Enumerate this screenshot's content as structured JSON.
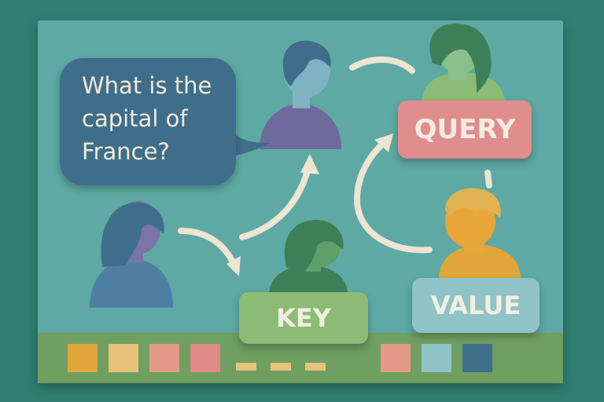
{
  "bubble": {
    "text": "What is the capital of France?"
  },
  "labels": {
    "query": "QUERY",
    "key": "KEY",
    "value": "VALUE"
  },
  "colors": {
    "background": "#2f7f72",
    "panel": "#5ea9a3",
    "bubble": "#3f6e8b",
    "query": "#e08d8d",
    "key": "#8bbb74",
    "value": "#8fc3c6",
    "arrow": "#ede4d2"
  },
  "token_strip": {
    "squares": [
      "#e0a63b",
      "#e8c27a",
      "#e49a88",
      "#de8a88",
      "#e49a88",
      "#8fc3c6",
      "#3f6e8b"
    ],
    "dashes": 3,
    "dash_color": "#e8c27a"
  }
}
